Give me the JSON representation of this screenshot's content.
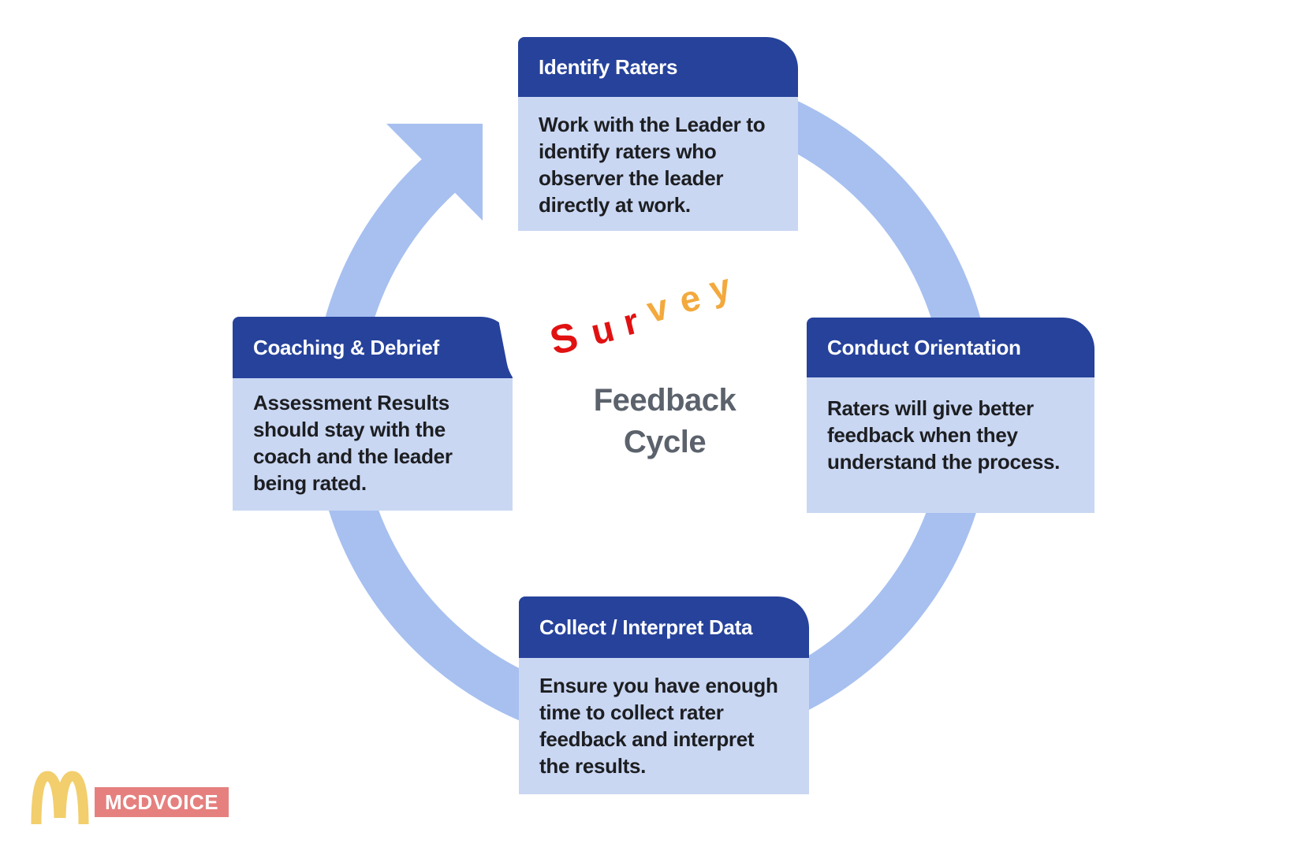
{
  "cycle": {
    "title": "Feedback\nCycle",
    "title_color": "#5b626c",
    "ring_color": "#a7c0f0",
    "header_color": "#26429b",
    "body_bg": "#c9d7f3",
    "body_text_color": "#1d1e21",
    "direction": "clockwise",
    "steps": {
      "top": {
        "title": "Identify Raters",
        "body": "Work with the Leader to\nidentify raters who\nobserver the leader\ndirectly at work."
      },
      "right": {
        "title": "Conduct Orientation",
        "body": "Raters will give better\nfeedback when they\nunderstand the process."
      },
      "bottom": {
        "title": "Collect / Interpret Data",
        "body": "Ensure you have enough\ntime to collect rater\nfeedback and interpret\nthe results."
      },
      "left": {
        "title": "Coaching & Debrief",
        "body": "Assessment Results\nshould stay with the\ncoach and the leader\nbeing rated."
      }
    }
  },
  "survey": {
    "word": "Survey",
    "red": "#e11112",
    "orange": "#f3a93d",
    "letters": [
      {
        "char": "S",
        "color": "#e11112"
      },
      {
        "char": "u",
        "color": "#e11112"
      },
      {
        "char": "r",
        "color": "#e11112"
      },
      {
        "char": "v",
        "color": "#f3a93d"
      },
      {
        "char": "e",
        "color": "#f3a93d"
      },
      {
        "char": "y",
        "color": "#f3a93d"
      }
    ]
  },
  "branding": {
    "badge_text": "MCDVOICE",
    "badge_bg": "#e5807e",
    "badge_text_color": "#ffffff",
    "arches_color": "#f2ce6c"
  }
}
